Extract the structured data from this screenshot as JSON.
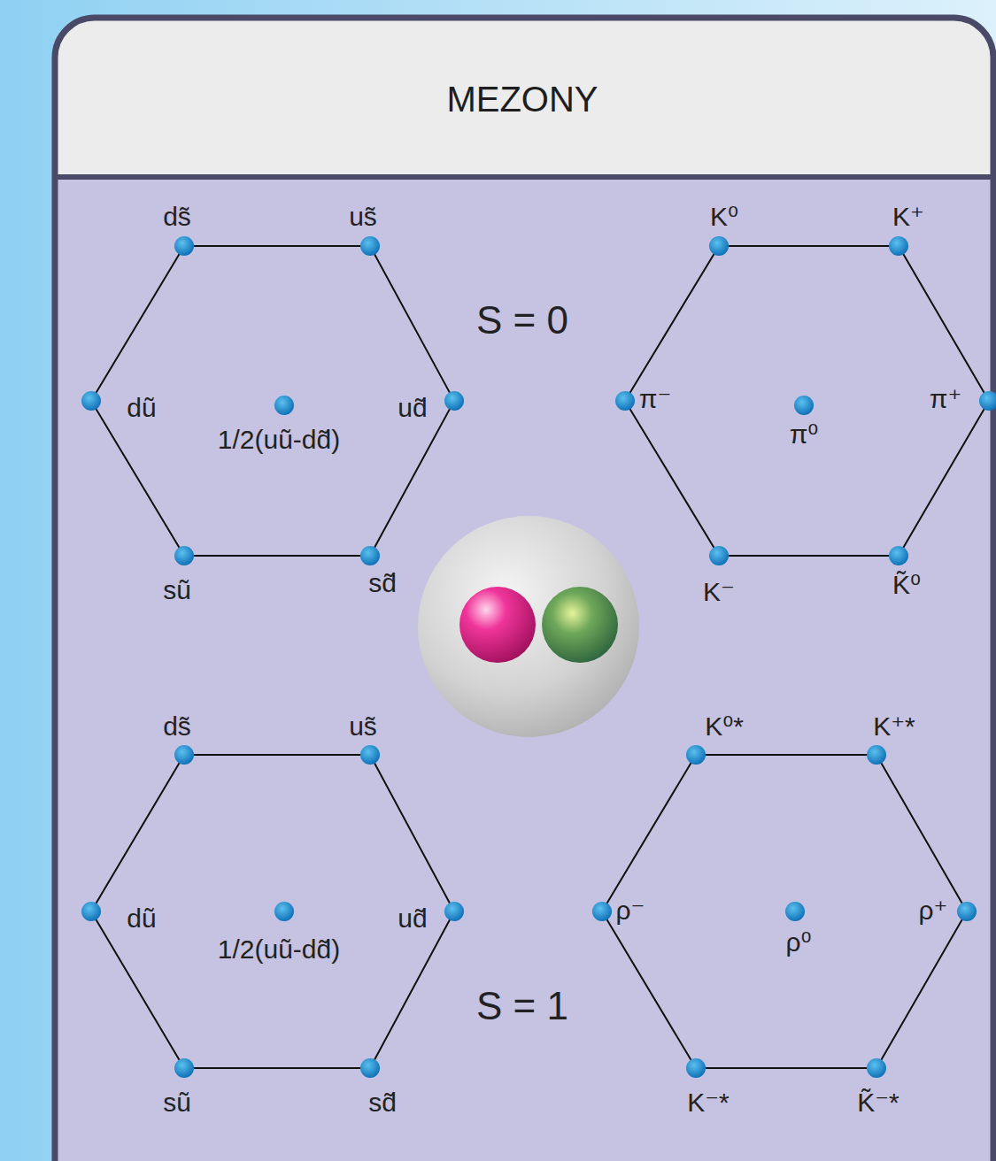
{
  "diagram": {
    "title": "MEZONY",
    "labels": [
      "ds̃",
      "us̃",
      "dũ",
      "ud̃",
      "1/2(uũ-dd̃)",
      "sũ",
      "sd̃",
      "K⁰",
      "K⁺",
      "π⁻",
      "π⁰",
      "π⁺",
      "K⁻",
      "K̃⁰",
      "S = 0",
      "ds̃",
      "us̃",
      "dũ",
      "ud̃",
      "1/2(uũ-dd̃)",
      "sũ",
      "sd̃",
      "S = 1",
      "K⁰*",
      "K⁺*",
      "ρ⁻",
      "ρ⁰",
      "ρ⁺",
      "K⁻*",
      "K̃⁻*"
    ]
  }
}
